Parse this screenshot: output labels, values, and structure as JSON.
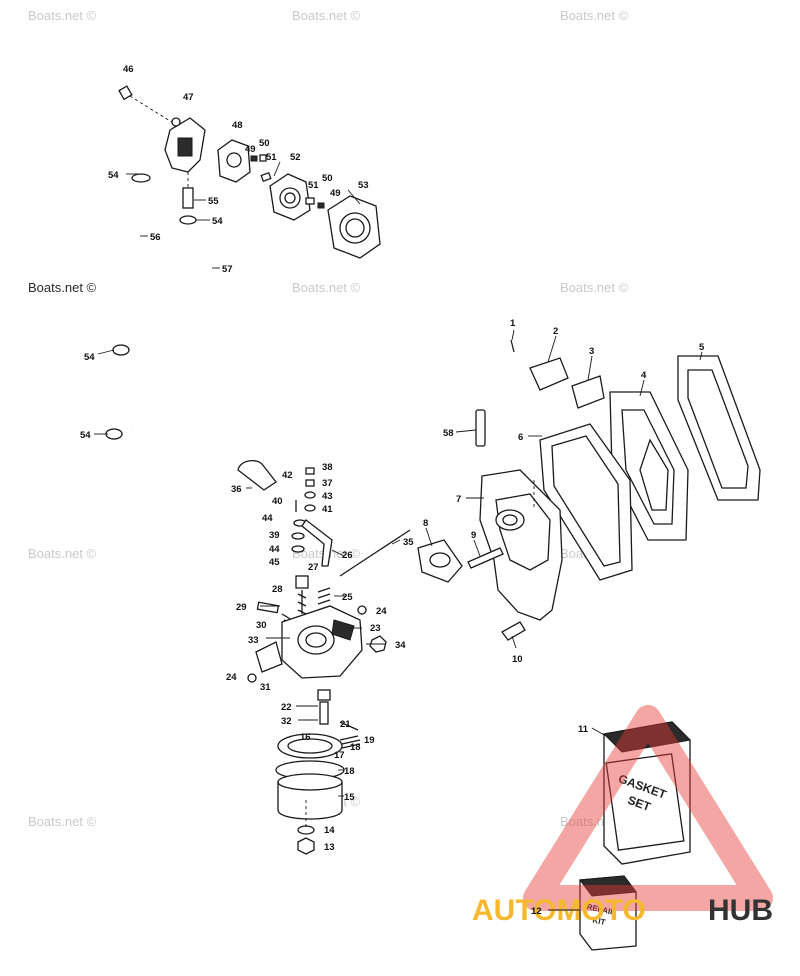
{
  "watermark": "Boats.net ©",
  "logo": {
    "left": "AUTOMOTO",
    "right": "HUB",
    "left_color": "#f5b82e",
    "right_color": "#333333",
    "triangle_color": "#e53935"
  },
  "kits": {
    "gasket_line1": "GASKET",
    "gasket_line2": "SET",
    "repair_line1": "REPAIR",
    "repair_line2": "KIT"
  },
  "callouts": {
    "n1": "1",
    "n2": "2",
    "n3": "3",
    "n4": "4",
    "n5": "5",
    "n6": "6",
    "n7": "7",
    "n8": "8",
    "n9": "9",
    "n10": "10",
    "n11": "11",
    "n12": "12",
    "n13": "13",
    "n14": "14",
    "n15": "15",
    "n16": "16",
    "n17": "17",
    "n18a": "18",
    "n18b": "18",
    "n19": "19",
    "n21": "21",
    "n22": "22",
    "n23": "23",
    "n24a": "24",
    "n24b": "24",
    "n25": "25",
    "n26": "26",
    "n27": "27",
    "n28": "28",
    "n29": "29",
    "n30": "30",
    "n31": "31",
    "n32": "32",
    "n33": "33",
    "n34": "34",
    "n35": "35",
    "n36": "36",
    "n37": "37",
    "n38": "38",
    "n39": "39",
    "n40": "40",
    "n41": "41",
    "n42": "42",
    "n43": "43",
    "n44a": "44",
    "n44b": "44",
    "n45": "45",
    "n46": "46",
    "n47": "47",
    "n48": "48",
    "n49a": "49",
    "n49b": "49",
    "n50a": "50",
    "n50b": "50",
    "n51a": "51",
    "n51b": "51",
    "n52": "52",
    "n53": "53",
    "n54a": "54",
    "n54b": "54",
    "n54c": "54",
    "n54d": "54",
    "n55": "55",
    "n56": "56",
    "n57": "57",
    "n58": "58"
  }
}
